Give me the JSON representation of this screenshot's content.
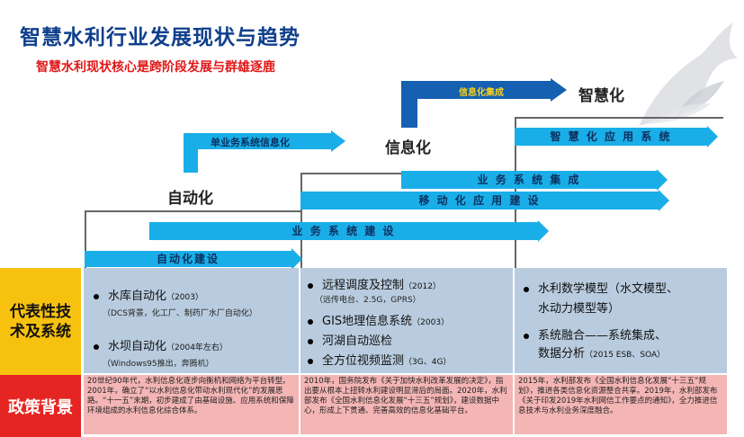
{
  "title": "智慧水利行业发展现状与趋势",
  "subtitle": "智慧水利现状核心是跨阶段发展与群雄逐鹿",
  "stages": {
    "automation": "自动化",
    "informatization": "信息化",
    "smart": "智慧化"
  },
  "arrows": {
    "single_business": "单业务系统信息化",
    "informatization_integration": "信息化集成",
    "smart_application": "智 慧 化 应 用 系 统",
    "business_integration": "业 务 系 统 集 成",
    "mobile_application": "移 动 化 应 用 建 设",
    "business_construction": "业 务 系 统 建 设",
    "automation_construction": "自动化建设"
  },
  "row_labels": {
    "representative_tech": "代表性技术及系统",
    "policy_background": "政策背景"
  },
  "tech": {
    "col1": {
      "item1": "水库自动化",
      "item1_note": "（2003）",
      "item1_sub": "（DCS背景，化工厂、制药厂水厂自动化）",
      "item2": "水坝自动化",
      "item2_note": "（2004年左右）",
      "item2_sub": "（Windows95推出，奔腾机）"
    },
    "col2": {
      "item1": "远程调度及控制",
      "item1_note": "（2012）",
      "item1_sub": "（远传电台、2.5G，GPRS）",
      "item2": "GIS地理信息系统",
      "item2_note": "（2003）",
      "item3": "河湖自动巡检",
      "item4": "全方位视频监测",
      "item4_note": "（3G、4G）"
    },
    "col3": {
      "item1_line1": "水利数学模型（水文模型、",
      "item1_line2": "水动力模型等）",
      "item2_line1": "系统融合——系统集成、",
      "item2_line2": "数据分析",
      "item2_note": "（2015 ESB、SOA）"
    }
  },
  "policy": {
    "col1": "20世纪90年代，水利信息化逐步向衡机和网络为平台转型。2001年，确立了“以水利信息化带动水利现代化”的发展思路。“十一五”末期，初步建成了由基础设施、应用系统和保障环境组成的水利信息化综合体系。",
    "col2": "2010年，国务院发布《关于加快水利改革发展的决定》，指出要从根本上扭转水利建设明显滞后的局面。2020年，水利部发布《全国水利信息化发展“十三五”规划》，建设数据中心，形成上下贯通、完善高效的信息化基础平台。",
    "col3": "2015年，水利部发布《全国水利信息化发展“十三五”规划》，推进各类信息化资源整合共享。2019年，水利部发布《关于印发2019年水利网信工作要点的通知》，全力推进信息技术与水利业务深度融合。"
  },
  "colors": {
    "title": "#0f3f8c",
    "subtitle": "#e01818",
    "arrow_cyan": "#1aaee8",
    "arrow_dark": "#1560b0",
    "tech_label_bg": "#f7c20f",
    "policy_label_bg": "#e52521",
    "tech_panel": "#b9ccdf",
    "policy_panel": "#f4b5b5"
  }
}
